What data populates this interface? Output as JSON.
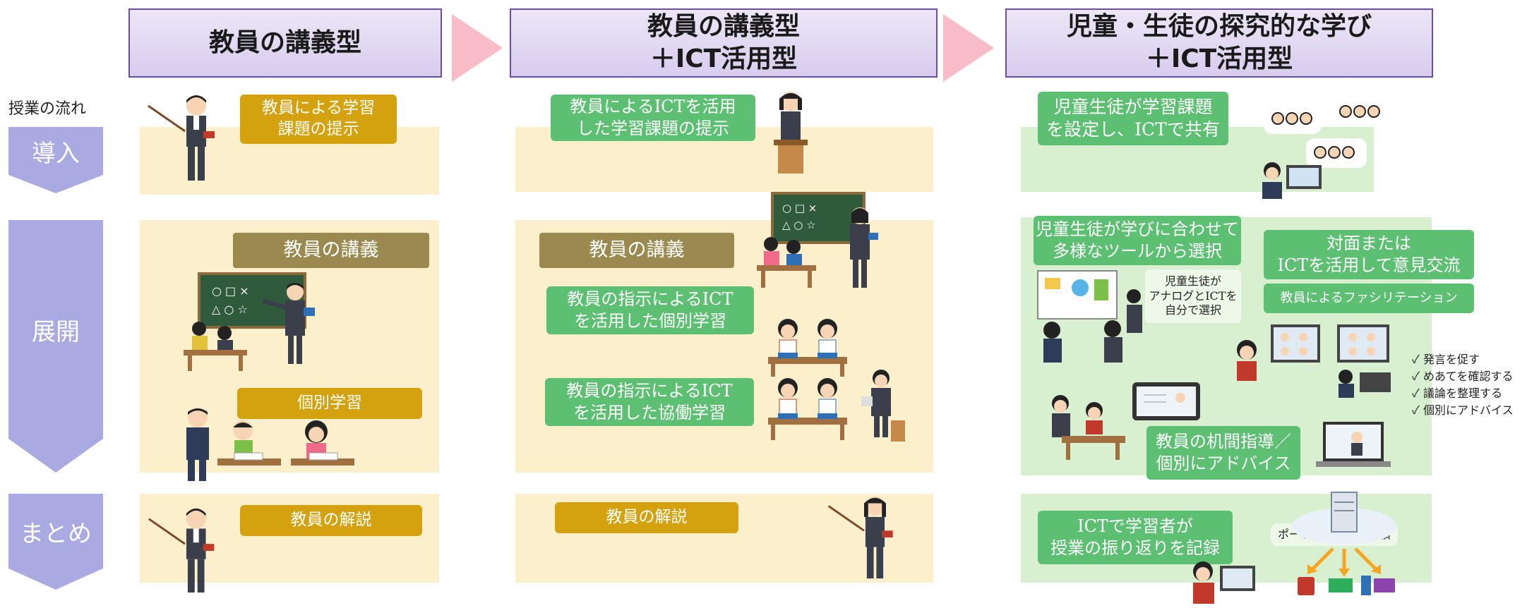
{
  "columns": [
    {
      "title_lines": [
        "教員の講義型"
      ]
    },
    {
      "title_lines": [
        "教員の講義型",
        "＋ICT活用型"
      ]
    },
    {
      "title_lines": [
        "児童・生徒の探究的な学び",
        "＋ICT活用型"
      ]
    }
  ],
  "flow_label": "授業の流れ",
  "phases": [
    "導入",
    "展開",
    "まとめ"
  ],
  "col1": {
    "intro": [
      "教員による学習",
      "課題の提示"
    ],
    "lecture": "教員の講義",
    "individual": "個別学習",
    "summary": "教員の解説"
  },
  "col2": {
    "intro": [
      "教員によるICTを活用",
      "した学習課題の提示"
    ],
    "lecture": "教員の講義",
    "individual": [
      "教員の指示によるICT",
      "を活用した個別学習"
    ],
    "collab": [
      "教員の指示によるICT",
      "を活用した協働学習"
    ],
    "summary": "教員の解説"
  },
  "col3": {
    "intro": [
      "児童生徒が学習課題",
      "を設定し、ICTで共有"
    ],
    "select_tools": [
      "児童生徒が学びに合わせて",
      "多様なツールから選択"
    ],
    "analog_ict": [
      "児童生徒が",
      "アナログとICTを",
      "自分で選択"
    ],
    "exchange": [
      "対面または",
      "ICTを活用して意見交流"
    ],
    "facilitation": "教員によるファシリテーション",
    "facilitation_points": [
      "✓ 発言を促す",
      "✓ めあてを確認する",
      "✓ 議論を整理する",
      "✓ 個別にアドバイス"
    ],
    "desk_guidance": [
      "教員の机間指導／",
      "個別にアドバイス"
    ],
    "record": [
      "ICTで学習者が",
      "授業の振り返りを記録"
    ],
    "portfolio": "ポートフォリオの蓄積"
  },
  "colors": {
    "header_bg": "#ddd0f0",
    "header_border": "#6c4e9a",
    "arrow": "#f8bcc8",
    "phase": "#a9aae2",
    "panel_yellow": "#fcefcc",
    "panel_green": "#d9f0d0",
    "label_gold": "#d4a20e",
    "label_olive": "#9a8a50",
    "label_green": "#5cbf72"
  }
}
